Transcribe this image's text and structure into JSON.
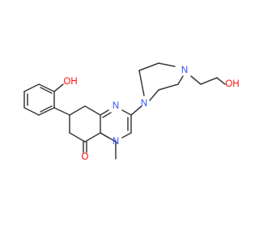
{
  "structure": {
    "colors": {
      "bond": "#3a3a3a",
      "carbon": "#3a3a3a",
      "oxygen": "#ff0d0d",
      "nitrogen": "#3050f8"
    },
    "labels": {
      "oh_phenol": "OH",
      "oh_ethanol": "OH",
      "n_pyrimidine_top": "N",
      "n_pyrimidine_bottom": "N",
      "n_piperazine_1": "N",
      "n_piperazine_4": "N",
      "o_ketone": "O",
      "methyl": "CH3"
    }
  }
}
